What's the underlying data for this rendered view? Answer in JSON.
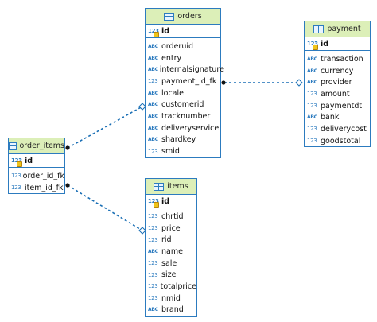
{
  "diagram": {
    "colors": {
      "border": "#2c7bbf",
      "header_bg": "#dcefb8",
      "link": "#1a6fb5"
    },
    "entities": {
      "orders": {
        "name": "orders",
        "pk": {
          "type": "123",
          "name": "id"
        },
        "fields": [
          {
            "type": "ABC",
            "name": "orderuid"
          },
          {
            "type": "ABC",
            "name": "entry"
          },
          {
            "type": "ABC",
            "name": "internalsignature"
          },
          {
            "type": "123",
            "name": "payment_id_fk"
          },
          {
            "type": "ABC",
            "name": "locale"
          },
          {
            "type": "ABC",
            "name": "customerid"
          },
          {
            "type": "ABC",
            "name": "tracknumber"
          },
          {
            "type": "ABC",
            "name": "deliveryservice"
          },
          {
            "type": "ABC",
            "name": "shardkey"
          },
          {
            "type": "123",
            "name": "smid"
          }
        ]
      },
      "payment": {
        "name": "payment",
        "pk": {
          "type": "123",
          "name": "id"
        },
        "fields": [
          {
            "type": "ABC",
            "name": "transaction"
          },
          {
            "type": "ABC",
            "name": "currency"
          },
          {
            "type": "ABC",
            "name": "provider"
          },
          {
            "type": "123",
            "name": "amount"
          },
          {
            "type": "123",
            "name": "paymentdt"
          },
          {
            "type": "ABC",
            "name": "bank"
          },
          {
            "type": "123",
            "name": "deliverycost"
          },
          {
            "type": "123",
            "name": "goodstotal"
          }
        ]
      },
      "order_items": {
        "name": "order_items",
        "pk": {
          "type": "123",
          "name": "id"
        },
        "fields": [
          {
            "type": "123",
            "name": "order_id_fk"
          },
          {
            "type": "123",
            "name": "item_id_fk"
          }
        ]
      },
      "items": {
        "name": "items",
        "pk": {
          "type": "123",
          "name": "id"
        },
        "fields": [
          {
            "type": "123",
            "name": "chrtid"
          },
          {
            "type": "123",
            "name": "price"
          },
          {
            "type": "123",
            "name": "rid"
          },
          {
            "type": "ABC",
            "name": "name"
          },
          {
            "type": "123",
            "name": "sale"
          },
          {
            "type": "123",
            "name": "size"
          },
          {
            "type": "123",
            "name": "totalprice"
          },
          {
            "type": "123",
            "name": "nmid"
          },
          {
            "type": "ABC",
            "name": "brand"
          }
        ]
      }
    },
    "relations": [
      {
        "from": "orders.payment_id_fk",
        "to": "payment.id"
      },
      {
        "from": "order_items.order_id_fk",
        "to": "orders.id"
      },
      {
        "from": "order_items.item_id_fk",
        "to": "items.id"
      }
    ]
  }
}
